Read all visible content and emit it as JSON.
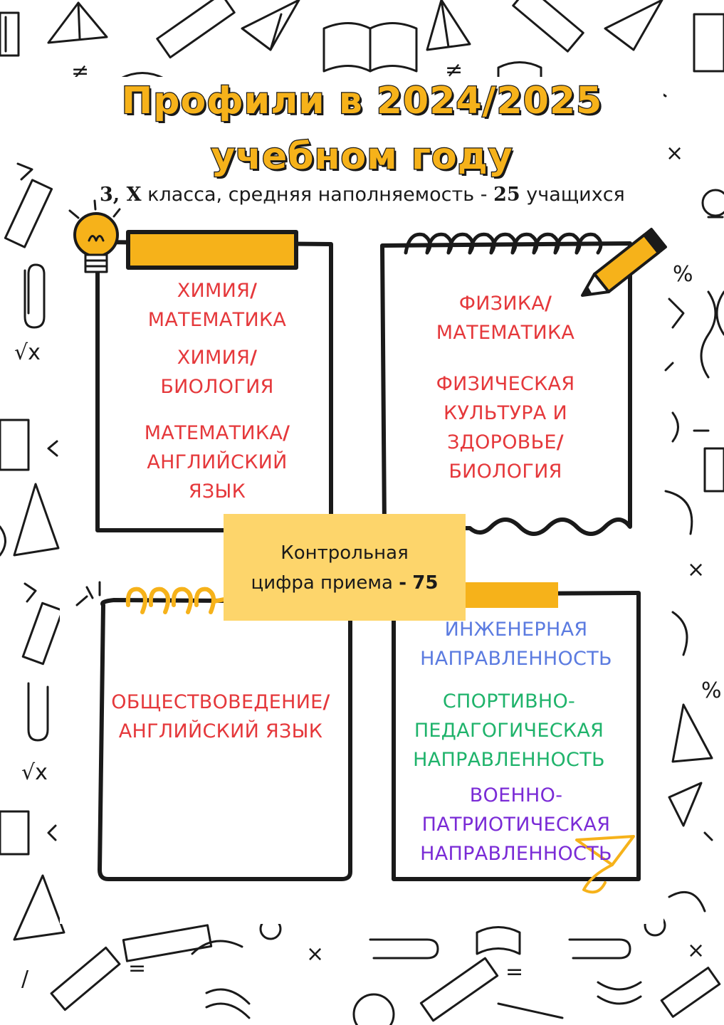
{
  "title": {
    "line1": "Профили в 2024/2025",
    "line2": "учебном году"
  },
  "subtitle": {
    "classes_num": "3",
    "classes_grade": "X",
    "text_a": "класса, средняя наполняемость",
    "dash": "-",
    "fill_num": "25",
    "text_b": "учащихся"
  },
  "cards": {
    "top_left": {
      "items": [
        {
          "line1": "ХИМИЯ",
          "line2": "МАТЕМАТИКА"
        },
        {
          "line1": "ХИМИЯ",
          "line2": "БИОЛОГИЯ"
        },
        {
          "line1": "МАТЕМАТИКА",
          "line2": "АНГЛИЙСКИЙ",
          "line3": "ЯЗЫК"
        }
      ]
    },
    "top_right": {
      "items": [
        {
          "line1": "ФИЗИКА",
          "line2": "МАТЕМАТИКА"
        },
        {
          "line1": "ФИЗИЧЕСКАЯ",
          "line2": "КУЛЬТУРА И",
          "line3": "ЗДОРОВЬЕ",
          "line4": "БИОЛОГИЯ"
        }
      ]
    },
    "bottom_left": {
      "items": [
        {
          "line1": "ОБЩЕСТВОВЕДЕНИЕ",
          "line2": "АНГЛИЙСКИЙ ЯЗЫК"
        }
      ]
    },
    "bottom_right": {
      "items": [
        {
          "line1": "ИНЖЕНЕРНАЯ",
          "line2": "НАПРАВЛЕННОСТЬ"
        },
        {
          "line1": "СПОРТИВНО-",
          "line2": "ПЕДАГОГИЧЕСКАЯ",
          "line3": "НАПРАВЛЕННОСТЬ"
        },
        {
          "line1": "ВОЕННО-",
          "line2": "ПАТРИОТИЧЕСКАЯ",
          "line3": "НАПРАВЛЕННОСТЬ"
        }
      ]
    }
  },
  "center_box": {
    "line1": "Контрольная",
    "line2": "цифра приема",
    "dash": "-",
    "number": "75"
  },
  "symbols": {
    "slash": "/"
  },
  "colors": {
    "title_fill": "#f6b21a",
    "accent_yellow": "#f6b21a",
    "text_red": "#e5383b",
    "text_blue": "#5b7be0",
    "text_green": "#1fb36b",
    "text_purple": "#7a2bd6",
    "center_box_bg": "#fdd56b"
  },
  "icons": [
    "triangle-prism-icon",
    "book-icon",
    "paper-plane-icon",
    "ruler-icon",
    "paperclip-icon",
    "lightbulb-icon",
    "dna-icon",
    "sqrt-x-icon",
    "pencil-icon"
  ]
}
